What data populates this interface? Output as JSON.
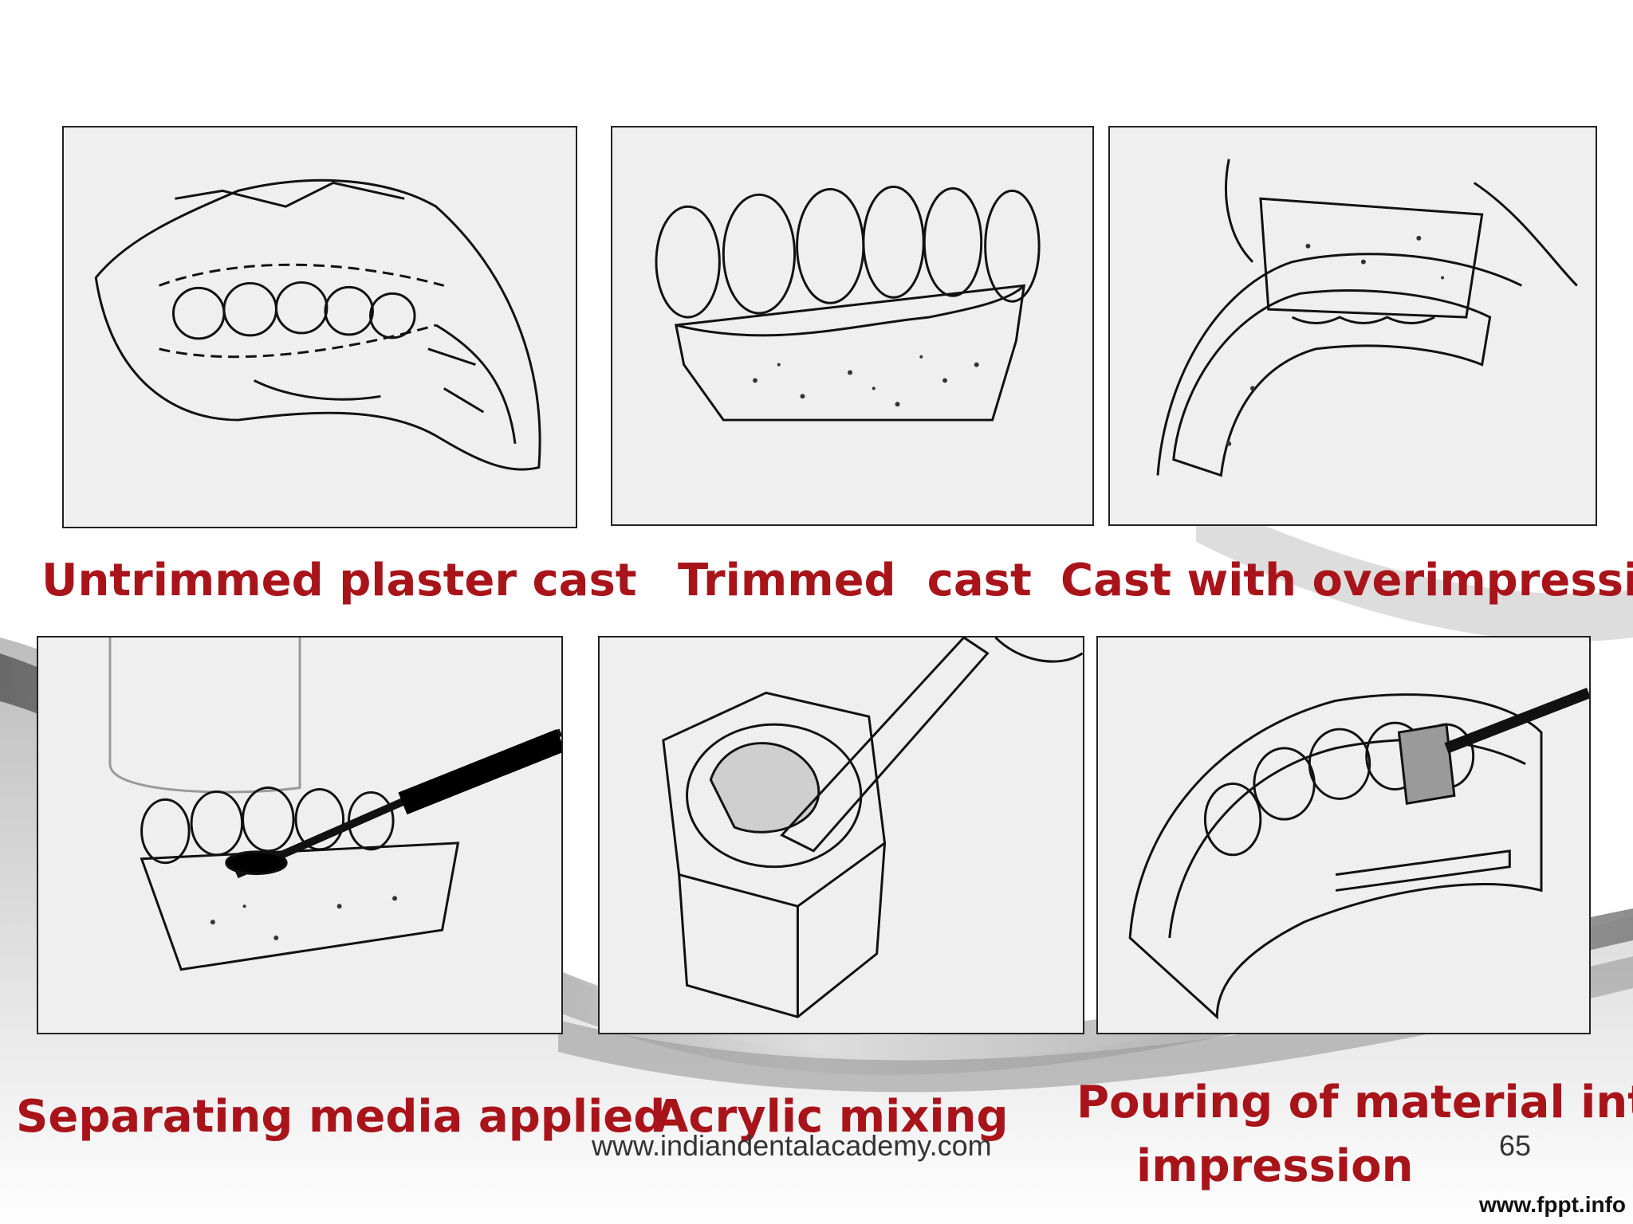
{
  "slide": {
    "captions": {
      "untrimmed": "Untrimmed plaster cast",
      "trimmed": "Trimmed  cast",
      "overimpression": "Cast with overimpression",
      "separating": "Separating media applied",
      "acrylic": "Acrylic mixing",
      "pouring_line1": "Pouring of material into",
      "pouring_line2": "impression"
    },
    "footer": {
      "website": "www.indiandentalacademy.com",
      "page_number": "65",
      "brand": "www.fppt.info"
    },
    "colors": {
      "caption": "#a8141a",
      "panel_bg": "#efefef",
      "swoosh": "#8a8a8a"
    }
  }
}
